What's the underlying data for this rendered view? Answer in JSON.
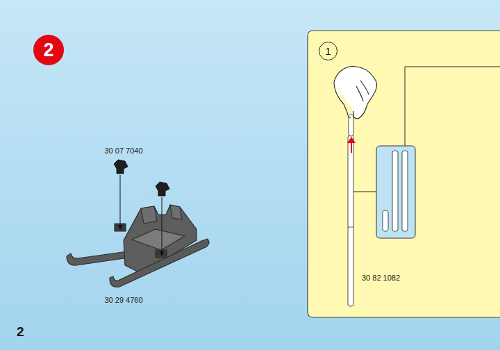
{
  "diagram": {
    "nodes": [
      {
        "text": [
          "2"
        ]
      },
      {
        "text": [
          "30 82 1082"
        ]
      },
      {
        "text": [
          "1"
        ],
        "in": 1
      }
    ],
    "labels": [
      "30 07 7040",
      "30 29 4760",
      "2"
    ]
  }
}
